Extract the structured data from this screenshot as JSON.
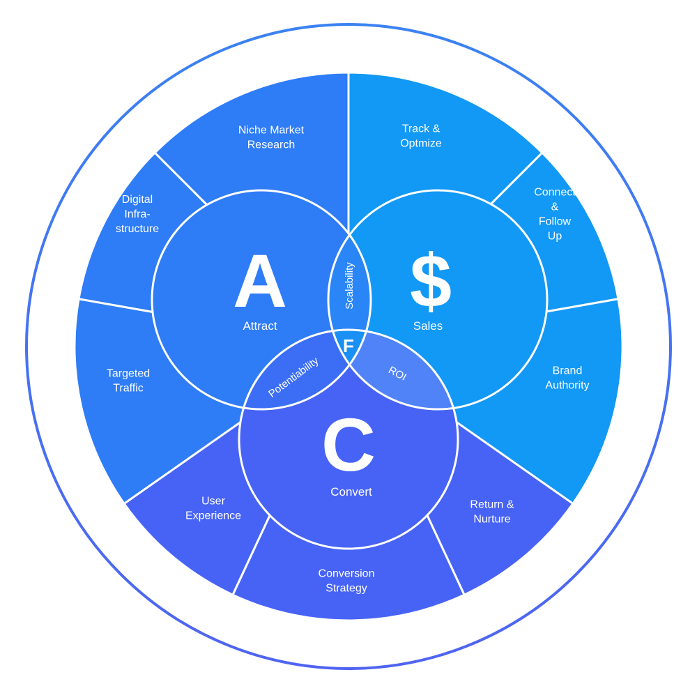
{
  "colors": {
    "ring": "#3d7af0",
    "attract": "#2e7cf6",
    "sales": "#1298f5",
    "convert": "#4763f5",
    "roi_lens": "#5083f8",
    "divider": "#ffffff"
  },
  "segments": {
    "niche_market_research": [
      "Niche Market",
      "Research"
    ],
    "track_optimize": [
      "Track &",
      "Optmize"
    ],
    "connect_follow_up": [
      "Connect",
      "&",
      "Follow",
      "Up"
    ],
    "brand_authority": [
      "Brand",
      "Authority"
    ],
    "return_nurture": [
      "Return &",
      "Nurture"
    ],
    "conversion_strategy": [
      "Conversion",
      "Strategy"
    ],
    "user_experience": [
      "User",
      "Experience"
    ],
    "targeted_traffic": [
      "Targeted",
      "Traffic"
    ],
    "digital_infrastructure": [
      "Digital",
      "Infra-",
      "structure"
    ]
  },
  "circles": {
    "attract": {
      "letter": "A",
      "label": "Attract"
    },
    "sales": {
      "letter": "$",
      "label": "Sales"
    },
    "convert": {
      "letter": "C",
      "label": "Convert"
    }
  },
  "overlaps": {
    "center": "F",
    "attract_sales": "Scalability",
    "attract_convert": "Potentiability",
    "sales_convert": "ROI"
  }
}
